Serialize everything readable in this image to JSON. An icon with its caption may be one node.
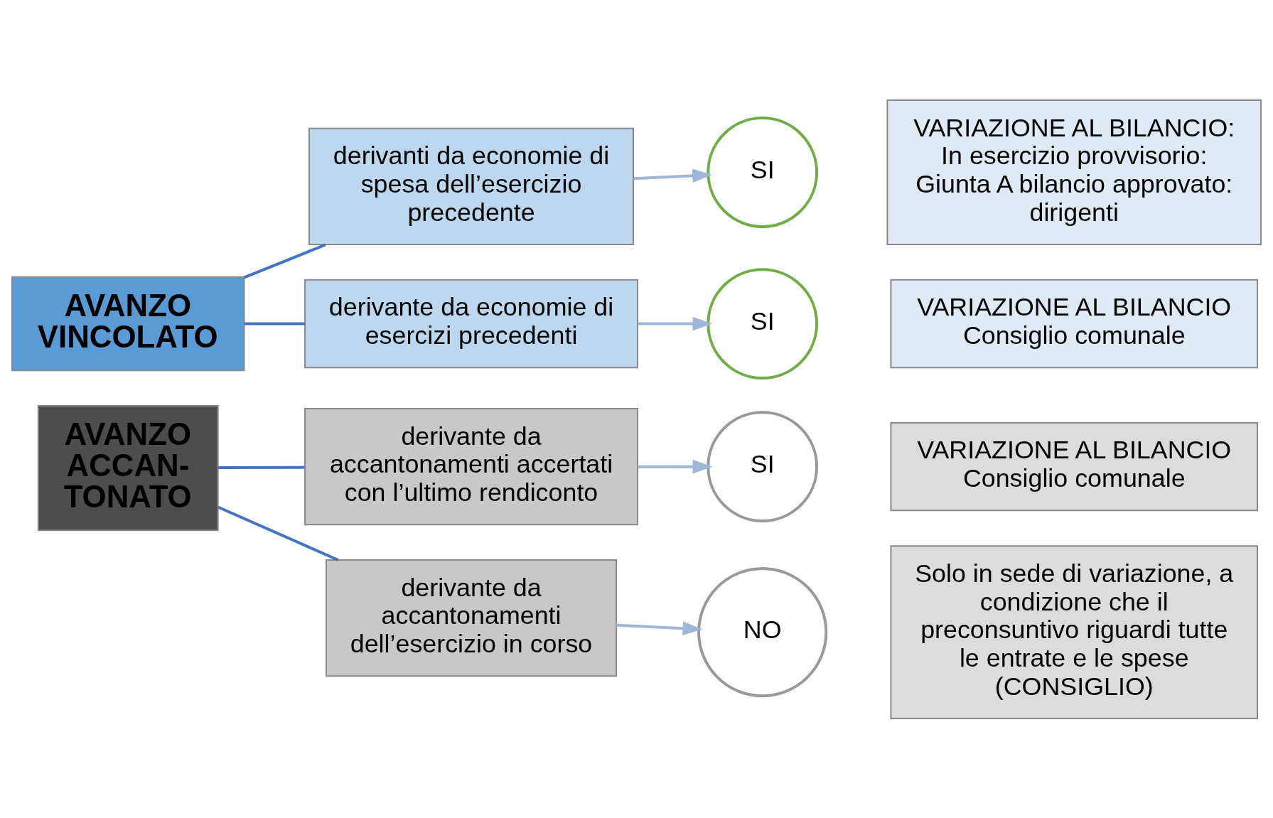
{
  "diagram": {
    "nodes": [
      {
        "text": [
          "AVANZO VINCOLATO"
        ]
      },
      {
        "text": [
          "derivanti da economie di spesa dell’esercizio precedente"
        ]
      },
      {
        "text": [
          "SI"
        ]
      },
      {
        "text": [
          "VARIAZIONE AL BILANCIO:",
          "In esercizio provvisorio: Giunta A bilancio approvato: dirigenti"
        ]
      },
      {
        "text": [
          "derivante da economie di esercizi precedenti"
        ]
      },
      {
        "text": [
          "SI"
        ]
      },
      {
        "text": [
          "VARIAZIONE AL BILANCIO Consiglio comunale"
        ]
      },
      {
        "text": [
          "AVANZO ACCAN- TONATO"
        ]
      },
      {
        "text": [
          "derivante da accantonamenti accertati con l’ultimo rendiconto"
        ]
      },
      {
        "text": [
          "SI"
        ]
      },
      {
        "text": [
          "VARIAZIONE AL BILANCIO Consiglio comunale"
        ]
      },
      {
        "text": [
          "derivante da accantonamenti dell’esercizio in corso"
        ]
      },
      {
        "text": [
          "NO"
        ]
      },
      {
        "text": [
          "Solo in sede di variazione, a condizione che il preconsuntivo riguardi tutte le entrate e le spese (CONSIGLIO)"
        ]
      }
    ],
    "edges": [
      {
        "from": 0,
        "to": 1,
        "arrow": "none",
        "color": "#4472c4"
      },
      {
        "from": 0,
        "to": 4,
        "arrow": "none",
        "color": "#4472c4"
      },
      {
        "from": 7,
        "to": 8,
        "arrow": "none",
        "color": "#4472c4"
      },
      {
        "from": 7,
        "to": 11,
        "arrow": "none",
        "color": "#4472c4"
      },
      {
        "from": 1,
        "to": 2,
        "arrow": "to",
        "color": "#9fb6d8"
      },
      {
        "from": 4,
        "to": 5,
        "arrow": "to",
        "color": "#9fb6d8"
      },
      {
        "from": 8,
        "to": 9,
        "arrow": "to",
        "color": "#9fb6d8"
      },
      {
        "from": 11,
        "to": 12,
        "arrow": "to",
        "color": "#9fb6d8"
      }
    ]
  }
}
